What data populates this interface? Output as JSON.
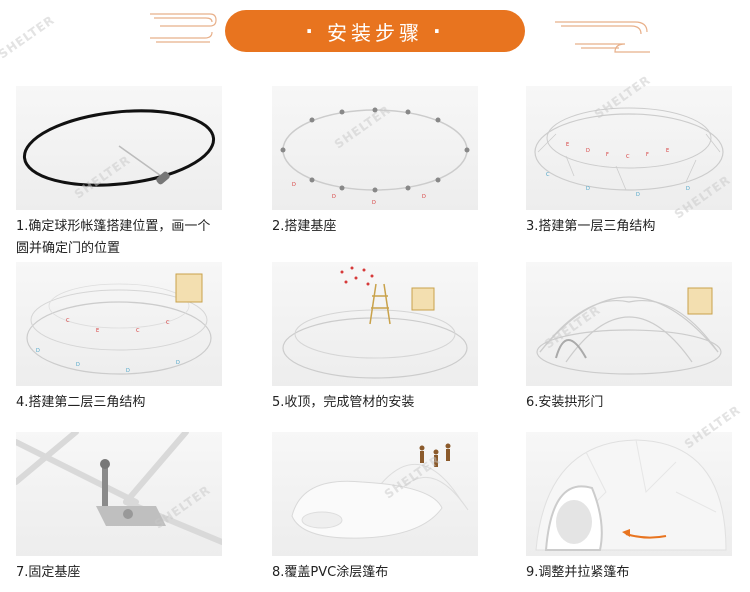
{
  "header": {
    "title": "安装步骤",
    "dot_left": "·",
    "dot_right": "·"
  },
  "watermark": "SHELTER",
  "steps": [
    {
      "caption": "1.确定球形帐篷搭建位置，画一个圆并确定门的位置"
    },
    {
      "caption": "2.搭建基座"
    },
    {
      "caption": "3.搭建第一层三角结构"
    },
    {
      "caption": "4.搭建第二层三角结构"
    },
    {
      "caption": "5.收顶，完成管材的安装"
    },
    {
      "caption": "6.安装拱形门"
    },
    {
      "caption": "7.固定基座"
    },
    {
      "caption": "8.覆盖PVC涂层篷布"
    },
    {
      "caption": "9.调整并拉紧篷布"
    }
  ],
  "colors": {
    "accent": "#e8741f",
    "tab_red": "#d63a3a",
    "tab_blue": "#4aa3c7"
  },
  "icons": [
    "tape-measure-icon",
    "dome-frame-icon",
    "worker-figure-icon",
    "tarp-arrow-icon"
  ]
}
